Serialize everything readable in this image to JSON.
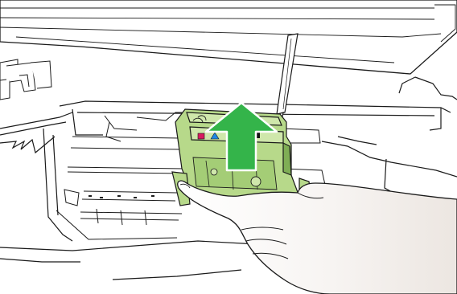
{
  "figure": {
    "subject": "printer-cartridge-carriage-lift",
    "colors": {
      "line": "#1a1a1a",
      "paper": "#ffffff",
      "carriage_green": "#b7d98a",
      "carriage_green_light": "#cfe7ab",
      "carriage_green_dark": "#7fae55",
      "arrow_green": "#34b44a",
      "hand_shade": "#f1ede9",
      "ink_magenta": "#d81b60",
      "ink_cyan": "#1e88e5",
      "ink_black": "#111111"
    },
    "icons": [
      "up-arrow-icon",
      "pointing-hand-icon",
      "ink-color-indicator-icon"
    ],
    "ink_indicators": [
      "magenta",
      "cyan",
      "black"
    ]
  }
}
